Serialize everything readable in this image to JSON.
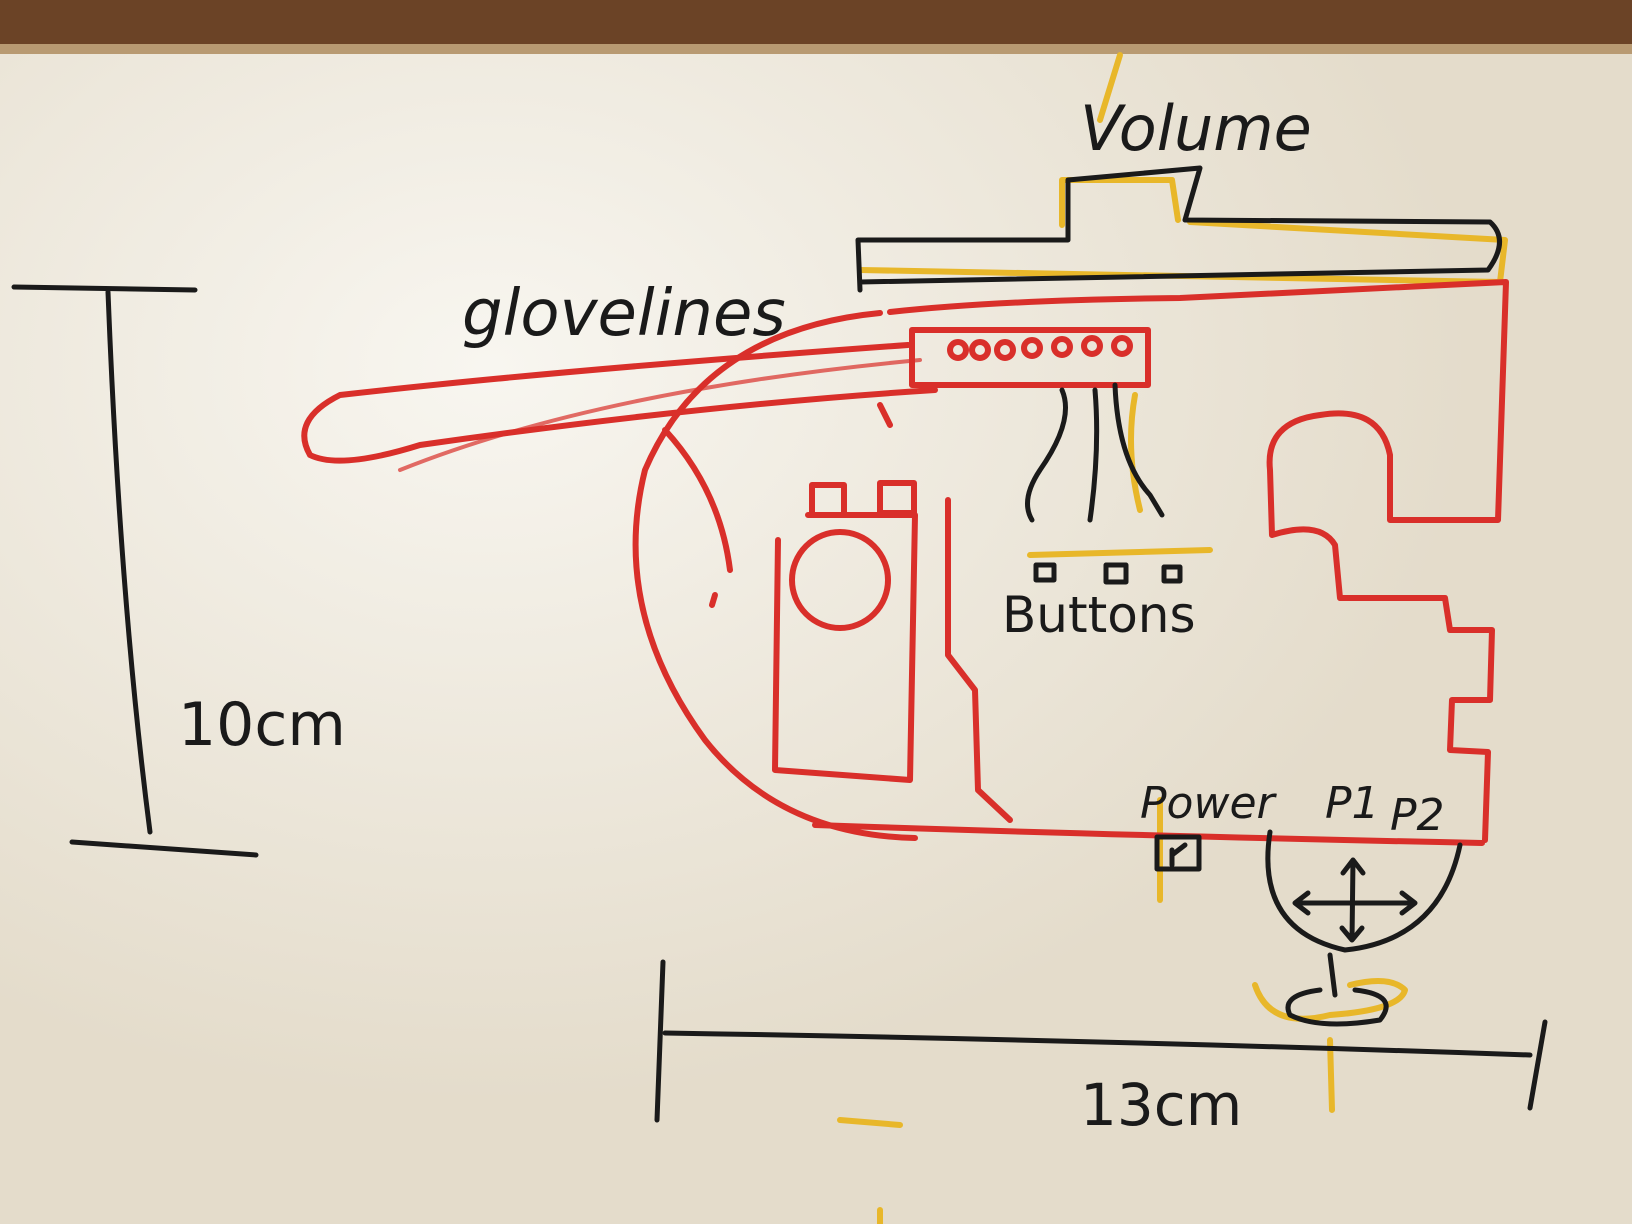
{
  "labels": {
    "volume": "Volume",
    "glovelines": "glovelines",
    "buttons": "Buttons",
    "power": "Power",
    "p1": "P1",
    "p2": "P2",
    "height": "10cm",
    "width": "13cm"
  },
  "colors": {
    "board": "#ece6d6",
    "frame": "#6b4326",
    "ink_black": "#1a1a1a",
    "ink_red": "#d92f2a",
    "ink_yellow": "#e8b72a"
  }
}
